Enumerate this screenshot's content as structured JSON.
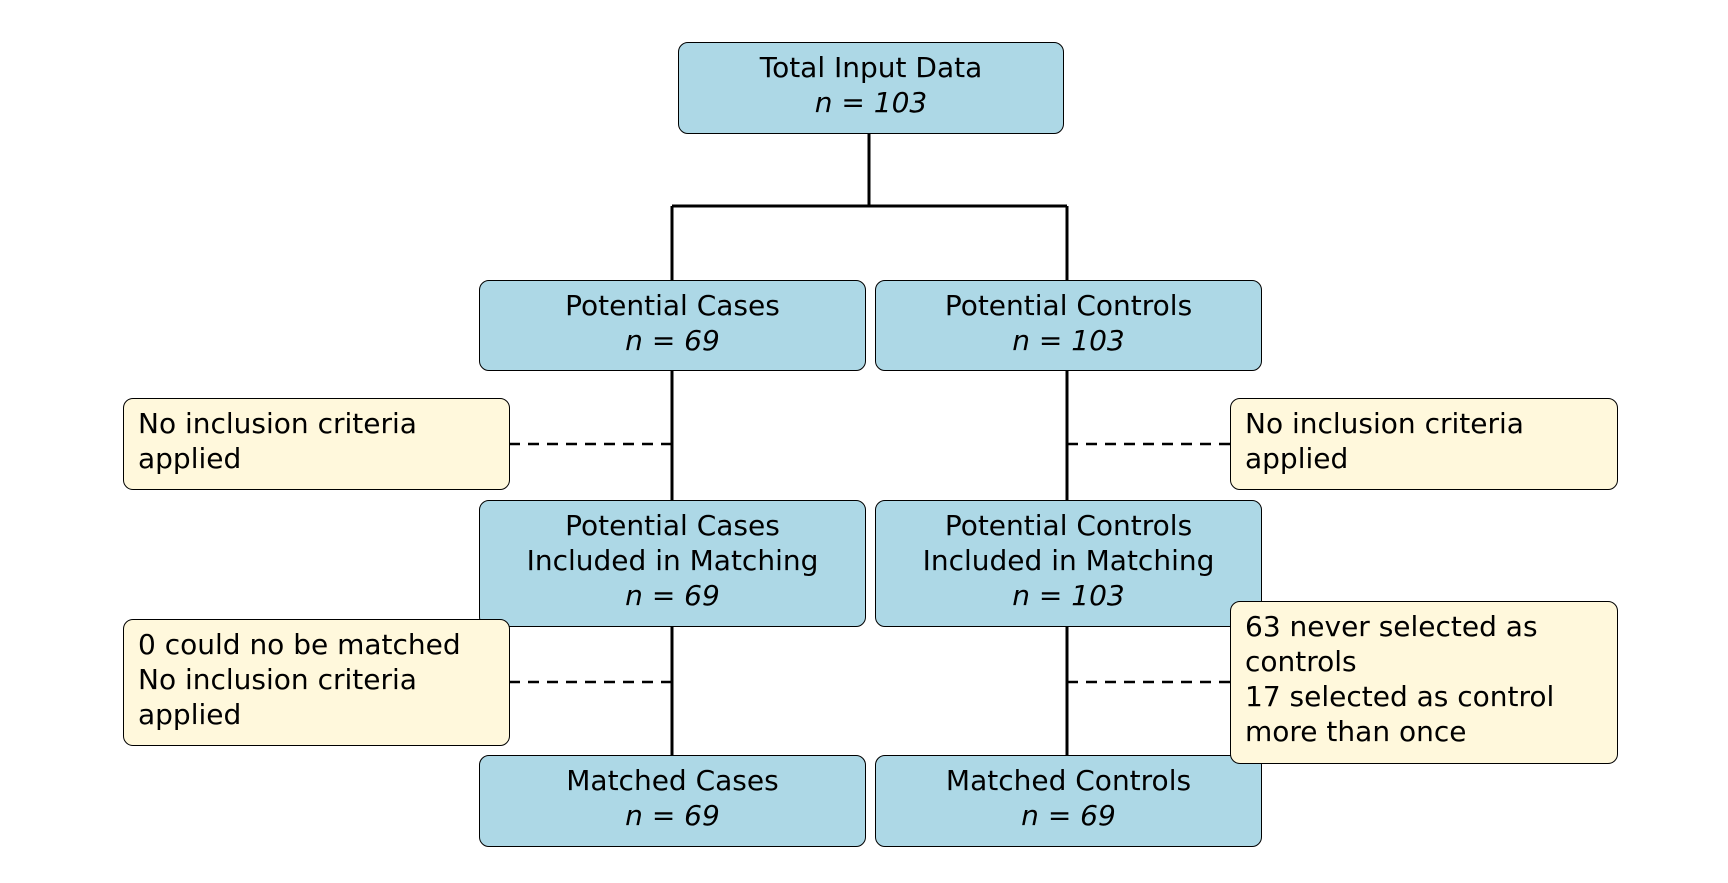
{
  "diagram": {
    "total": {
      "title": "Total Input Data",
      "n": "n = 103"
    },
    "potential_cases": {
      "title": "Potential Cases",
      "n": "n = 69"
    },
    "potential_controls": {
      "title": "Potential Controls",
      "n": "n = 103"
    },
    "cases_included": {
      "line1": "Potential Cases",
      "line2": "Included in Matching",
      "n": "n = 69"
    },
    "controls_included": {
      "line1": "Potential Controls",
      "line2": "Included in Matching",
      "n": "n = 103"
    },
    "matched_cases": {
      "title": "Matched Cases",
      "n": "n = 69"
    },
    "matched_controls": {
      "title": "Matched Controls",
      "n": "n = 69"
    },
    "notes": {
      "cases_exclusion": {
        "line1": "No inclusion criteria",
        "line2": "applied"
      },
      "controls_exclusion": {
        "line1": "No inclusion criteria",
        "line2": "applied"
      },
      "cases_unmatched": {
        "line1": "0 could no be matched",
        "line2": "No inclusion criteria",
        "line3": "applied"
      },
      "controls_unused": {
        "line1": "63 never selected as",
        "line2": "controls",
        "line3": "17 selected as control",
        "line4": "more than once"
      }
    },
    "colors": {
      "main_box_fill": "#add8e6",
      "note_box_fill": "#fff8dc",
      "border": "#000000"
    }
  }
}
